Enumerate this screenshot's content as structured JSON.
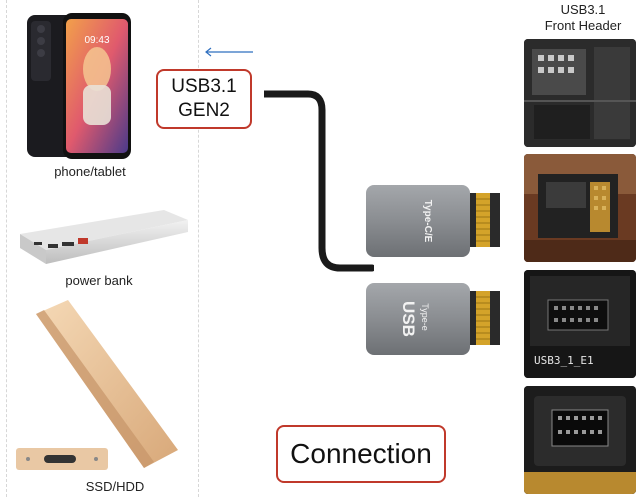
{
  "left_devices": {
    "phone_label": "phone/tablet",
    "powerbank_label": "power bank",
    "ssd_label": "SSD/HDD"
  },
  "cable_label": {
    "line1": "USB3.1",
    "line2": "GEN2"
  },
  "adapter_top": {
    "text": "Type-C/E"
  },
  "adapter_bottom": {
    "text_small": "Type-e",
    "text_big": "USB"
  },
  "header_title": {
    "line1": "USB3.1",
    "line2": "Front Header"
  },
  "board_photos": {
    "photo3_silkscreen": "USB3_1_E1"
  },
  "connection_label": "Connection",
  "colors": {
    "accent_red": "#c0392b",
    "arrow_blue": "#2f6fbf",
    "adapter_gray": "#8a8d91"
  }
}
